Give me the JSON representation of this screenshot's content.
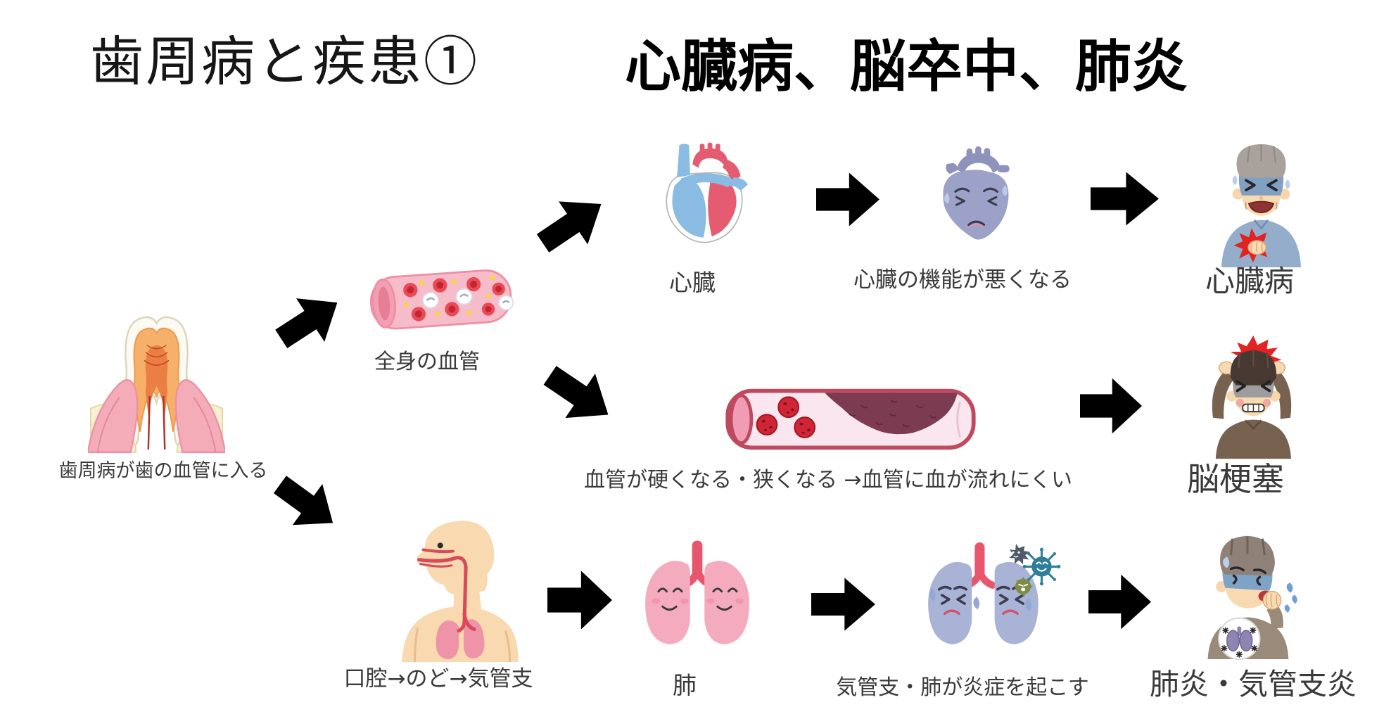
{
  "title": {
    "main": "歯周病と疾患①",
    "emphasis": "心臓病、脳卒中、肺炎"
  },
  "nodes": {
    "tooth": {
      "label": "歯周病が歯の血管に入る",
      "icon": "tooth-cross-section"
    },
    "vessel": {
      "label": "全身の血管",
      "icon": "blood-vessel"
    },
    "heart": {
      "label": "心臓",
      "icon": "anatomical-heart"
    },
    "heart_weak": {
      "label": "心臓の機能が悪くなる",
      "icon": "sad-heart"
    },
    "heart_disease": {
      "label": "心臓病",
      "icon": "man-chest-pain"
    },
    "vessel_clogged": {
      "label": "血管が硬くなる・狭くなる →血管に血が流れにくい",
      "icon": "clogged-blood-vessel"
    },
    "stroke": {
      "label": "脳梗塞",
      "icon": "man-headache"
    },
    "airway": {
      "label": "口腔→のど→気管支",
      "icon": "airway-body"
    },
    "lungs": {
      "label": "肺",
      "icon": "healthy-lungs"
    },
    "lungs_inflamed": {
      "label": "気管支・肺が炎症を起こす",
      "icon": "inflamed-lungs-with-germs"
    },
    "pneumonia": {
      "label": "肺炎・気管支炎",
      "icon": "man-coughing"
    }
  },
  "colors": {
    "background": "#ffffff",
    "arrow": "#000000",
    "title_text": "#000000",
    "label_text": "#3a3a3a",
    "healthy_pink": "#f5abbe",
    "sick_blue": "#a9b3d6",
    "blood_red": "#e94b56",
    "plaque_maroon": "#7c3b50"
  }
}
